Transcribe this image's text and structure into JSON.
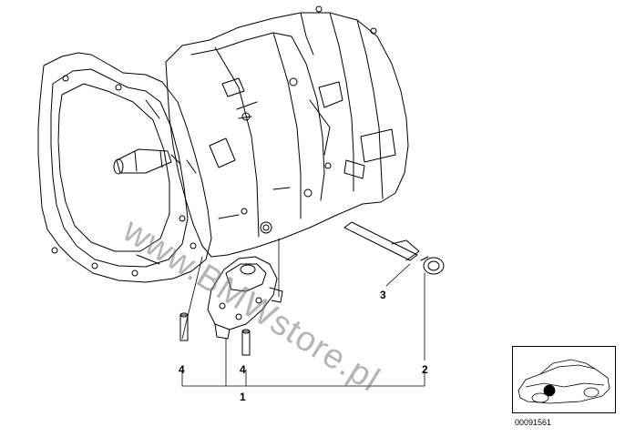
{
  "callouts": {
    "part_1": "1",
    "part_2": "2",
    "part_3": "3",
    "part_4_left": "4",
    "part_4_right": "4"
  },
  "watermark": "www.BMWstore.pl",
  "thumbnail": {
    "doc_id": "00091561"
  }
}
